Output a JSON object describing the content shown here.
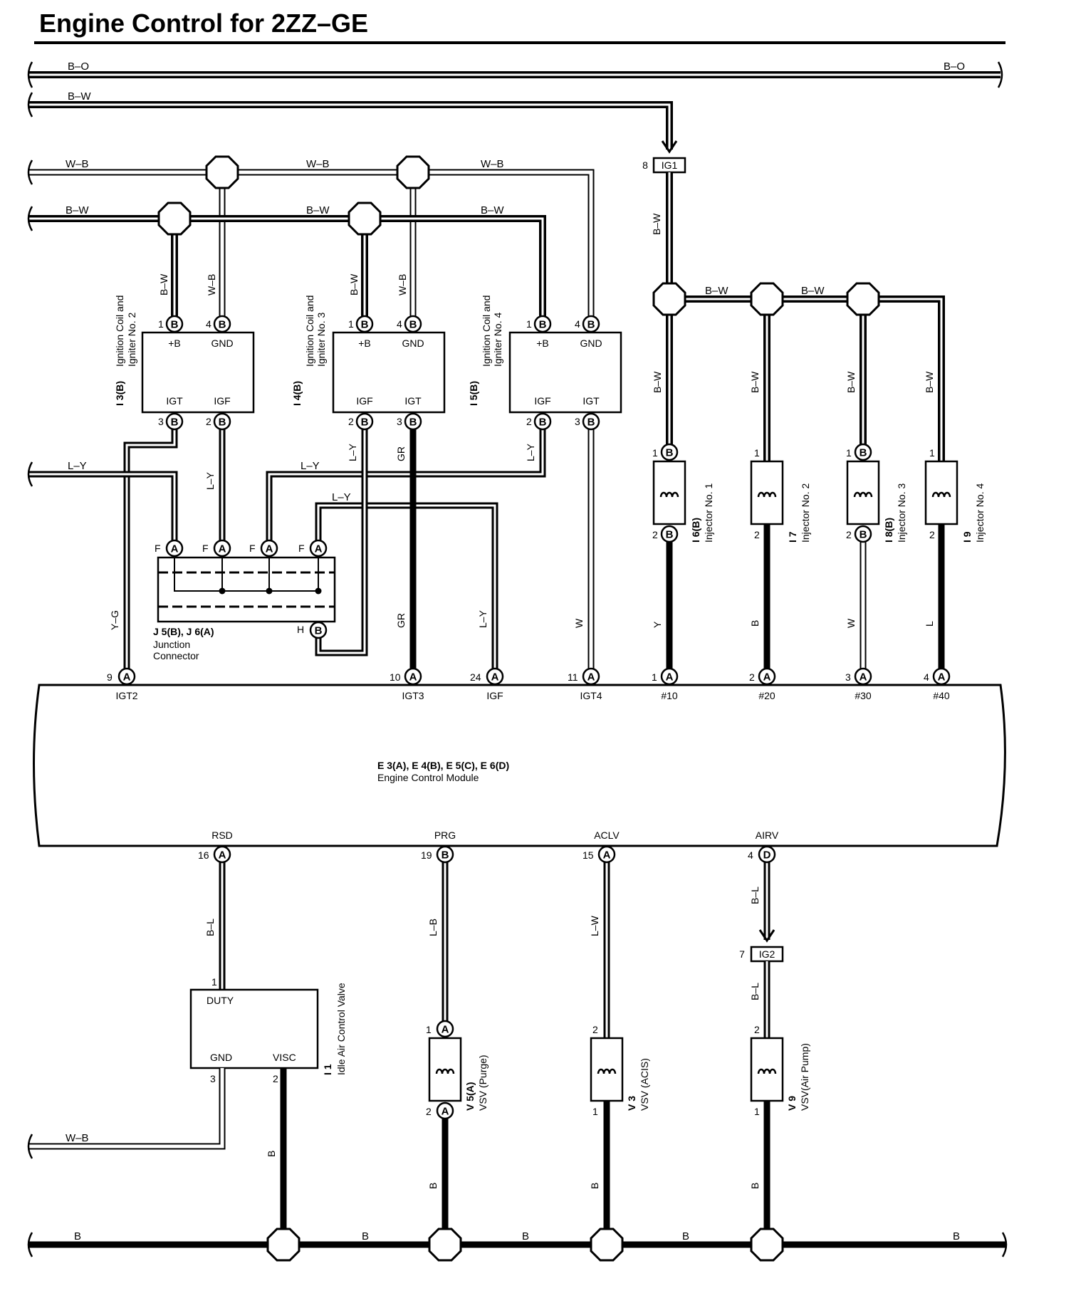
{
  "title": "Engine Control for 2ZZ–GE",
  "buses": {
    "top1": "B–O",
    "top2": "B–W",
    "top3": "W–B",
    "top4": "B–W",
    "ly": "L–Y",
    "wb_bottom": "W–B",
    "ground": "B"
  },
  "ig1": {
    "pin": "8",
    "label": "IG1",
    "wire": "B–W"
  },
  "ig2": {
    "pin": "7",
    "label": "IG2",
    "wire": "B–L"
  },
  "coils": [
    {
      "code": "I 3(B)",
      "name1": "Ignition Coil and",
      "name2": "Igniter No. 2",
      "top_left": "+B",
      "top_right": "GND",
      "bot_left": "IGT",
      "bot_right": "IGF",
      "p_tl": "1",
      "p_tr": "4",
      "p_bl": "3",
      "p_br": "2",
      "w_tl": "B–W",
      "w_tr": "W–B",
      "w_bl": "Y–G",
      "w_br": "L–Y"
    },
    {
      "code": "I 4(B)",
      "name1": "Ignition Coil and",
      "name2": "Igniter No. 3",
      "top_left": "+B",
      "top_right": "GND",
      "bot_left": "IGF",
      "bot_right": "IGT",
      "p_tl": "1",
      "p_tr": "4",
      "p_bl": "2",
      "p_br": "3",
      "w_tl": "B–W",
      "w_tr": "W–B",
      "w_bl": "L–Y",
      "w_br": "GR"
    },
    {
      "code": "I 5(B)",
      "name1": "Ignition Coil and",
      "name2": "Igniter No. 4",
      "top_left": "+B",
      "top_right": "GND",
      "bot_left": "IGF",
      "bot_right": "IGT",
      "p_tl": "1",
      "p_tr": "4",
      "p_bl": "2",
      "p_br": "3",
      "w_bl": "L–Y",
      "w_br": "W"
    }
  ],
  "junction": {
    "code": "J 5(B), J 6(A)",
    "name1": "Junction",
    "name2": "Connector",
    "pin_f": "F",
    "pin_h": "H",
    "wire_ly": "L–Y"
  },
  "injectors": [
    {
      "code": "I 6(B)",
      "name": "Injector No. 1",
      "p1": "1",
      "p2": "2",
      "w_top": "B–W",
      "w_bot": "Y"
    },
    {
      "code": "I 7",
      "name": "Injector No. 2",
      "p1": "1",
      "p2": "2",
      "w_top": "B–W",
      "w_bot": "B"
    },
    {
      "code": "I 8(B)",
      "name": "Injector No. 3",
      "p1": "1",
      "p2": "2",
      "w_top": "B–W",
      "w_bot": "W"
    },
    {
      "code": "I 9",
      "name": "Injector No. 4",
      "p1": "1",
      "p2": "2",
      "w_top": "B–W",
      "w_bot": "L"
    }
  ],
  "ecm": {
    "code": "E 3(A), E 4(B), E 5(C), E 6(D)",
    "name": "Engine Control Module",
    "top_pins": [
      {
        "num": "9",
        "conn": "A",
        "label": "IGT2"
      },
      {
        "num": "10",
        "conn": "A",
        "label": "IGT3",
        "wire": "GR"
      },
      {
        "num": "24",
        "conn": "A",
        "label": "IGF",
        "wire": "L–Y"
      },
      {
        "num": "11",
        "conn": "A",
        "label": "IGT4"
      },
      {
        "num": "1",
        "conn": "A",
        "label": "#10"
      },
      {
        "num": "2",
        "conn": "A",
        "label": "#20"
      },
      {
        "num": "3",
        "conn": "A",
        "label": "#30"
      },
      {
        "num": "4",
        "conn": "A",
        "label": "#40"
      }
    ],
    "bottom_pins": [
      {
        "num": "16",
        "conn": "A",
        "label": "RSD"
      },
      {
        "num": "19",
        "conn": "B",
        "label": "PRG"
      },
      {
        "num": "15",
        "conn": "A",
        "label": "ACLV"
      },
      {
        "num": "4",
        "conn": "D",
        "label": "AIRV"
      }
    ]
  },
  "iacv": {
    "code": "I 1",
    "name": "Idle Air Control Valve",
    "duty": "DUTY",
    "gnd": "GND",
    "visc": "VISC",
    "p1": "1",
    "p3": "3",
    "p2": "2",
    "w_in": "B–L",
    "w_b": "B"
  },
  "vsvs": [
    {
      "code": "V 5(A)",
      "name": "VSV (Purge)",
      "p_top": "1",
      "p_bot": "2",
      "w_in": "L–B",
      "w_out": "B"
    },
    {
      "code": "V 3",
      "name": "VSV (ACIS)",
      "p_top": "2",
      "p_bot": "1",
      "w_in": "L–W",
      "w_out": "B"
    },
    {
      "code": "V 9",
      "name": "VSV(Air Pump)",
      "p_top": "2",
      "p_bot": "1",
      "w_in": "B–L",
      "w_in2": "B–L",
      "w_out": "B"
    }
  ],
  "conn_letters": {
    "A": "A",
    "B": "B",
    "D": "D"
  }
}
